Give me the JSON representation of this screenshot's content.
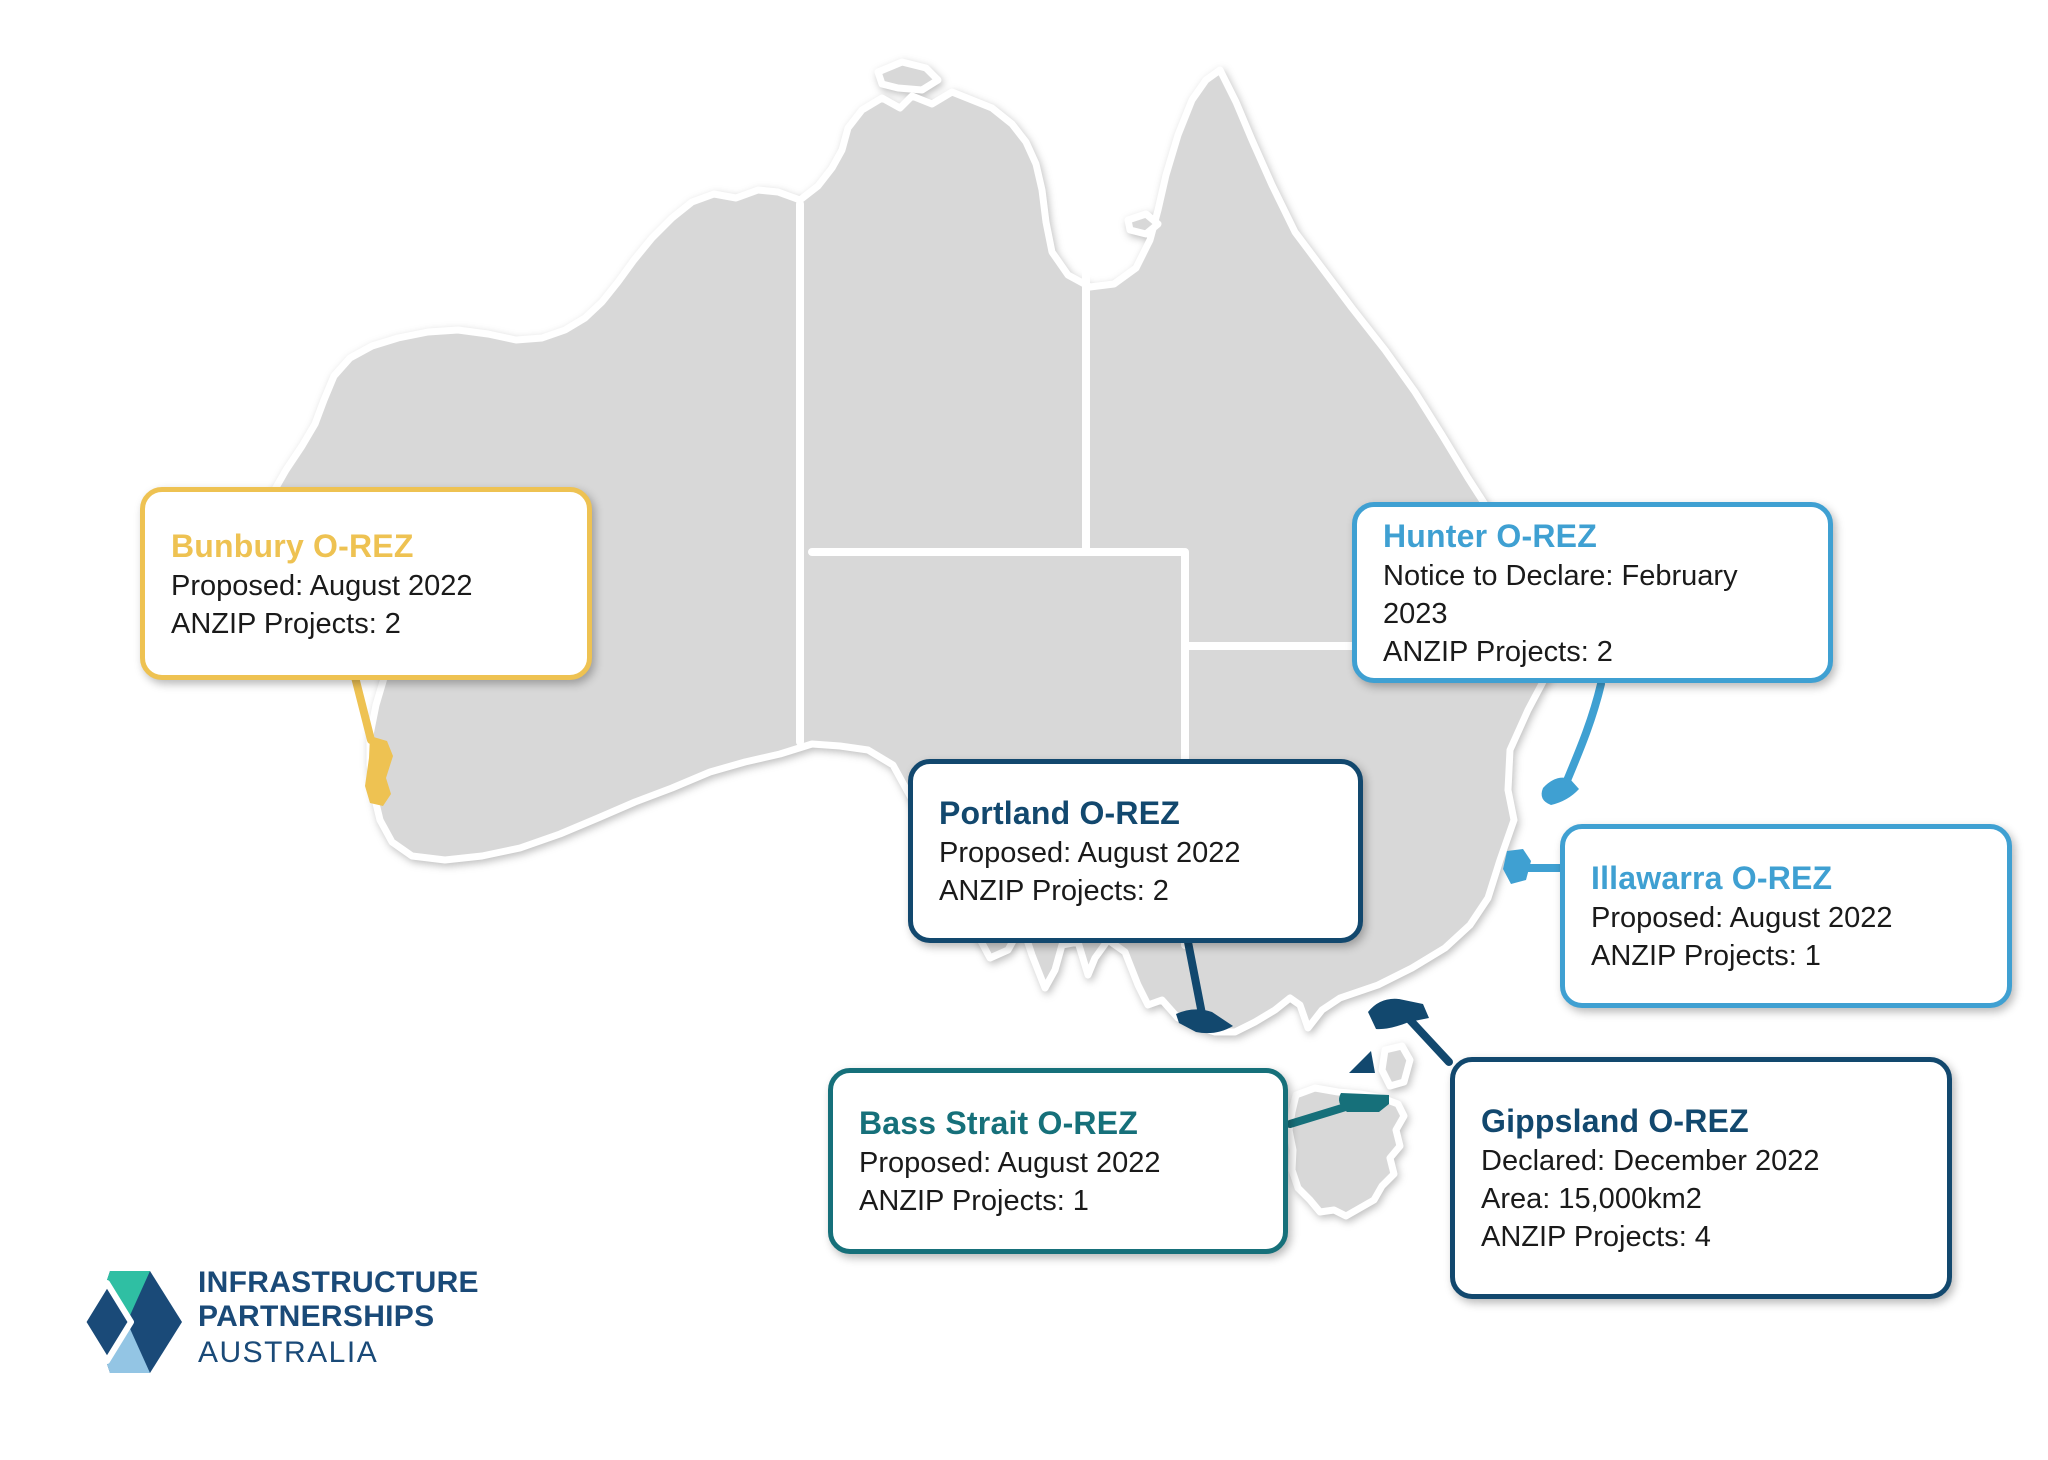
{
  "colors": {
    "background": "#ffffff",
    "land": "#D8D8D8",
    "land_outline": "#ffffff",
    "gold": "#EEC252",
    "blue": "#3FA0D2",
    "navy": "#12486E",
    "teal": "#16707A",
    "body_text": "#1A1A1A",
    "logo_navy": "#1A4A78",
    "logo_teal": "#2FBFA3",
    "logo_lightblue": "#93C5E4"
  },
  "callouts": [
    {
      "id": "bunbury",
      "title": "Bunbury O-REZ",
      "color": "#EEC252",
      "lines": [
        "Proposed: August 2022",
        "ANZIP Projects: 2"
      ]
    },
    {
      "id": "hunter",
      "title": "Hunter O-REZ",
      "color": "#3FA0D2",
      "lines": [
        "Notice to Declare: February 2023",
        "ANZIP Projects: 2"
      ]
    },
    {
      "id": "portland",
      "title": "Portland O-REZ",
      "color": "#12486E",
      "lines": [
        "Proposed: August 2022",
        "ANZIP Projects: 2"
      ]
    },
    {
      "id": "illawarra",
      "title": "Illawarra O-REZ",
      "color": "#3FA0D2",
      "lines": [
        "Proposed: August 2022",
        "ANZIP Projects: 1"
      ]
    },
    {
      "id": "bass-strait",
      "title": "Bass Strait O-REZ",
      "color": "#16707A",
      "lines": [
        "Proposed: August 2022",
        "ANZIP Projects: 1"
      ]
    },
    {
      "id": "gippsland",
      "title": "Gippsland O-REZ",
      "color": "#12486E",
      "lines": [
        "Declared: December 2022",
        "Area: 15,000km2",
        "ANZIP Projects: 4"
      ]
    }
  ],
  "markers": [
    {
      "name": "bunbury-zone-marker",
      "color": "#EEC252"
    },
    {
      "name": "hunter-zone-marker",
      "color": "#3FA0D2"
    },
    {
      "name": "portland-zone-marker",
      "color": "#12486E"
    },
    {
      "name": "illawarra-zone-marker",
      "color": "#3FA0D2"
    },
    {
      "name": "bass-strait-zone-marker",
      "color": "#16707A"
    },
    {
      "name": "gippsland-zone-marker",
      "color": "#12486E"
    }
  ],
  "logo": {
    "line1": "INFRASTRUCTURE",
    "line2": "PARTNERSHIPS",
    "line3": "AUSTRALIA"
  }
}
